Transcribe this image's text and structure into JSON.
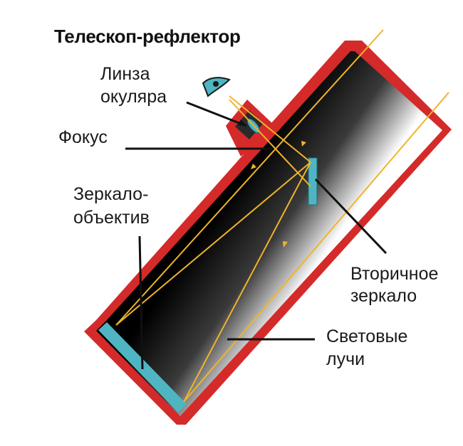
{
  "title": "Телескоп-рефлектор",
  "labels": {
    "eyepiece_lens": [
      "Линза",
      "окуляра"
    ],
    "focus": "Фокус",
    "primary_mirror": [
      "Зеркало-",
      "объектив"
    ],
    "secondary_mirror": [
      "Вторичное",
      "зеркало"
    ],
    "light_rays": [
      "Световые",
      "лучи"
    ]
  },
  "colors": {
    "tube_wall": "#d42a2a",
    "mirror": "#4fb5c2",
    "light_ray": "#f0b429",
    "interior_dark": "#000000",
    "interior_light": "#ffffff",
    "leader_line": "#111111"
  }
}
